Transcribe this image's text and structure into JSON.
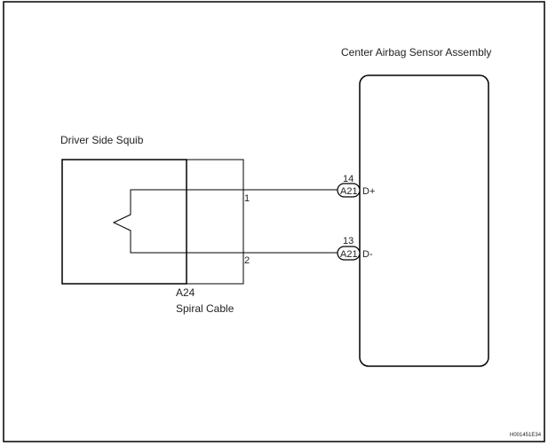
{
  "diagram": {
    "ecu": {
      "title": "Center Airbag Sensor Assembly"
    },
    "squib": {
      "title": "Driver Side Squib"
    },
    "spiral_cable": {
      "connector": "A24",
      "title": "Spiral Cable",
      "pins": [
        "1",
        "2"
      ]
    },
    "connectors": [
      {
        "pin": "14",
        "id": "A21",
        "terminal": "D+"
      },
      {
        "pin": "13",
        "id": "A21",
        "terminal": "D-"
      }
    ],
    "figure_id": "H001451E34"
  }
}
